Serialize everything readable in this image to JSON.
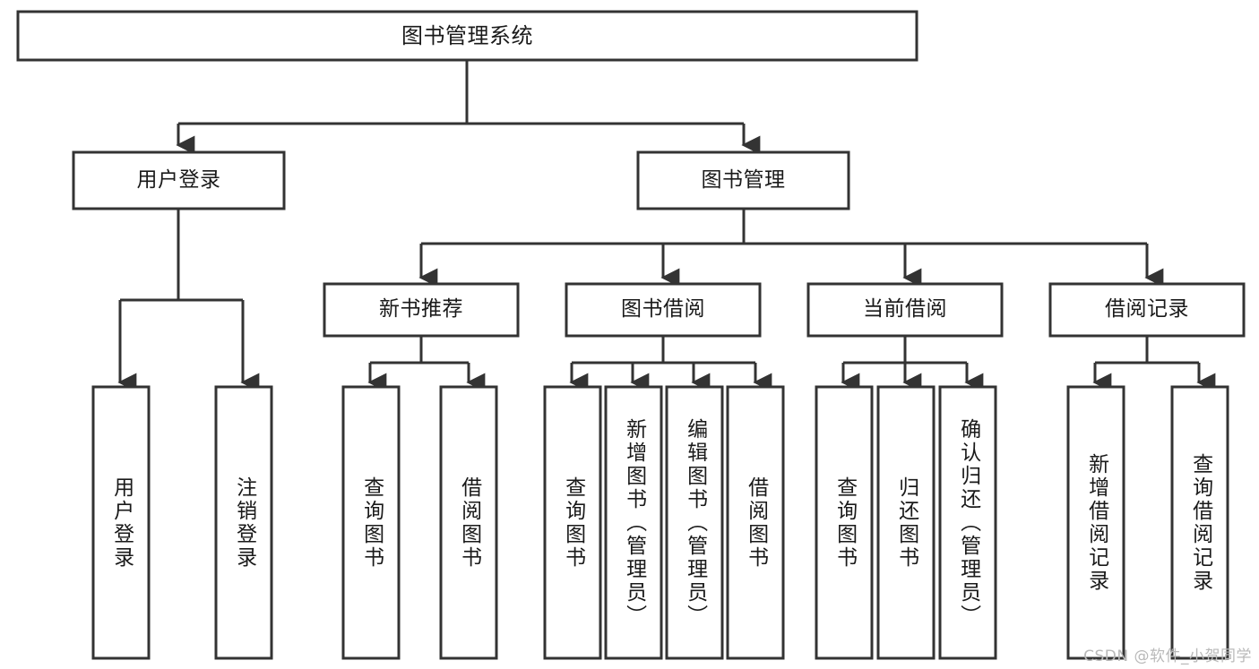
{
  "diagram": {
    "title": "图书管理系统",
    "watermark": "CSDN @软件_小贺同学",
    "stroke_color": "#333333",
    "fill_color": "#ffffff",
    "text_color": "#1a1a1a",
    "watermark_color": "#b9b9b9",
    "levels": {
      "root": {
        "label": "图书管理系统"
      },
      "level2": [
        {
          "label": "用户登录"
        },
        {
          "label": "图书管理"
        }
      ],
      "level3": [
        {
          "label": "新书推荐"
        },
        {
          "label": "图书借阅"
        },
        {
          "label": "当前借阅"
        },
        {
          "label": "借阅记录"
        }
      ],
      "leaves_user_login": [
        {
          "label": "用户登录"
        },
        {
          "label": "注销登录"
        }
      ],
      "leaves_new_book": [
        {
          "label": "查询图书"
        },
        {
          "label": "借阅图书"
        }
      ],
      "leaves_borrow": [
        {
          "label": "查询图书"
        },
        {
          "label": "新增图书（管理员）"
        },
        {
          "label": "编辑图书（管理员）"
        },
        {
          "label": "借阅图书"
        }
      ],
      "leaves_current": [
        {
          "label": "查询图书"
        },
        {
          "label": "归还图书"
        },
        {
          "label": "确认归还（管理员）"
        }
      ],
      "leaves_records": [
        {
          "label": "新增借阅记录"
        },
        {
          "label": "查询借阅记录"
        }
      ]
    }
  }
}
